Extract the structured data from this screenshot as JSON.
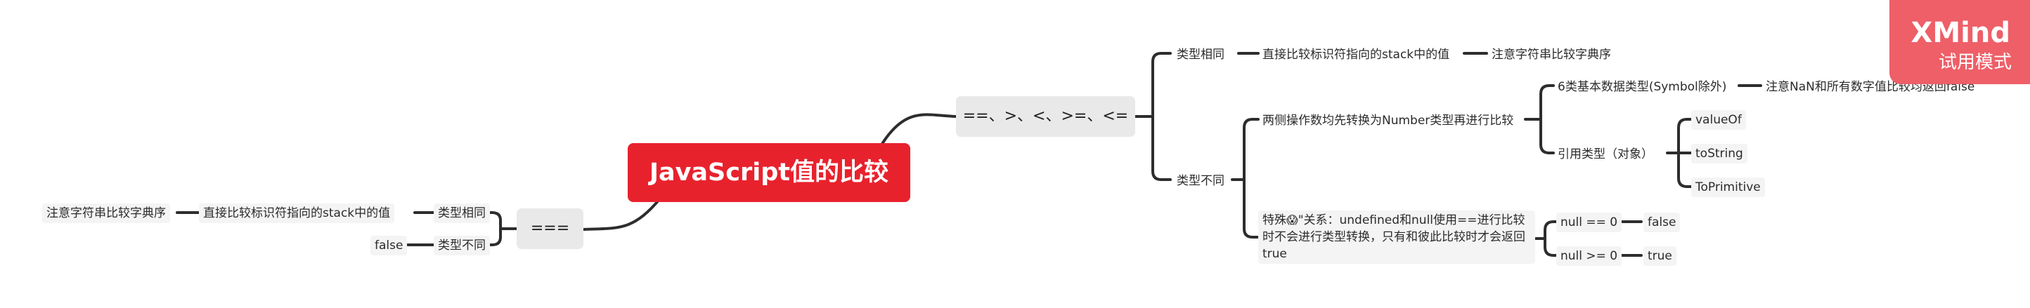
{
  "root": {
    "label": "JavaScript值的比较"
  },
  "branches": {
    "loose": {
      "label": "==、>、<、>=、<=",
      "same_type": {
        "label": "类型相同",
        "compare": "直接比较标识符指向的stack中的值",
        "note": "注意字符串比较字典序"
      },
      "diff_type": {
        "label": "类型不同",
        "convert": "两侧操作数均先转换为Number类型再进行比较",
        "primitive": "6类基本数据类型(Symbol除外)",
        "primitive_note": "注意NaN和所有数字值比较均返回false",
        "reference": "引用类型（对象）",
        "methods": [
          "valueOf",
          "toString",
          "ToPrimitive"
        ],
        "special_prefix": "特殊",
        "special_emoji": "😱",
        "special_text": "\"关系：undefined和null使用==进行比较时不会进行类型转换，只有和彼此比较时才会返回true",
        "null_eq": "null == 0",
        "null_eq_result": "false",
        "null_gte": "null >= 0",
        "null_gte_result": "true"
      }
    },
    "strict": {
      "label": "===",
      "same_type": {
        "label": "类型相同",
        "compare": "直接比较标识符指向的stack中的值",
        "note": "注意字符串比较字典序"
      },
      "diff_type": {
        "label": "类型不同",
        "result": "false"
      }
    }
  },
  "watermark": {
    "brand": "XMind",
    "mode": "试用模式"
  },
  "colors": {
    "root": "#e8222d",
    "line": "#2d2d2d",
    "badge": "#ee5f68"
  }
}
